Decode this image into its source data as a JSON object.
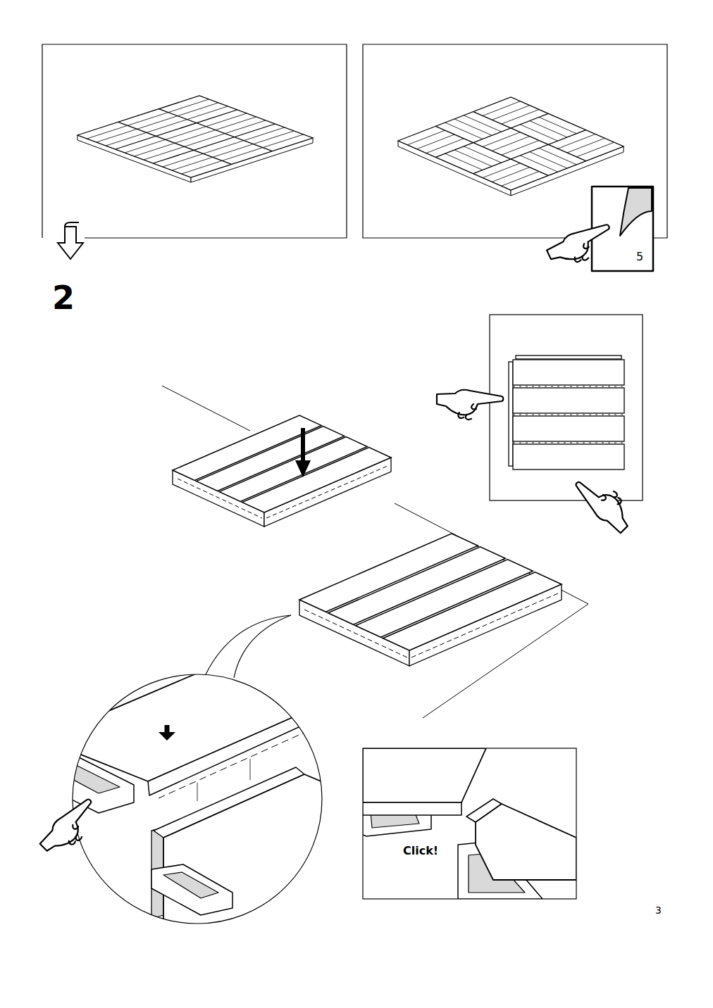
{
  "diagram": {
    "labels": [
      "5",
      "2",
      "Click!",
      "3"
    ]
  }
}
